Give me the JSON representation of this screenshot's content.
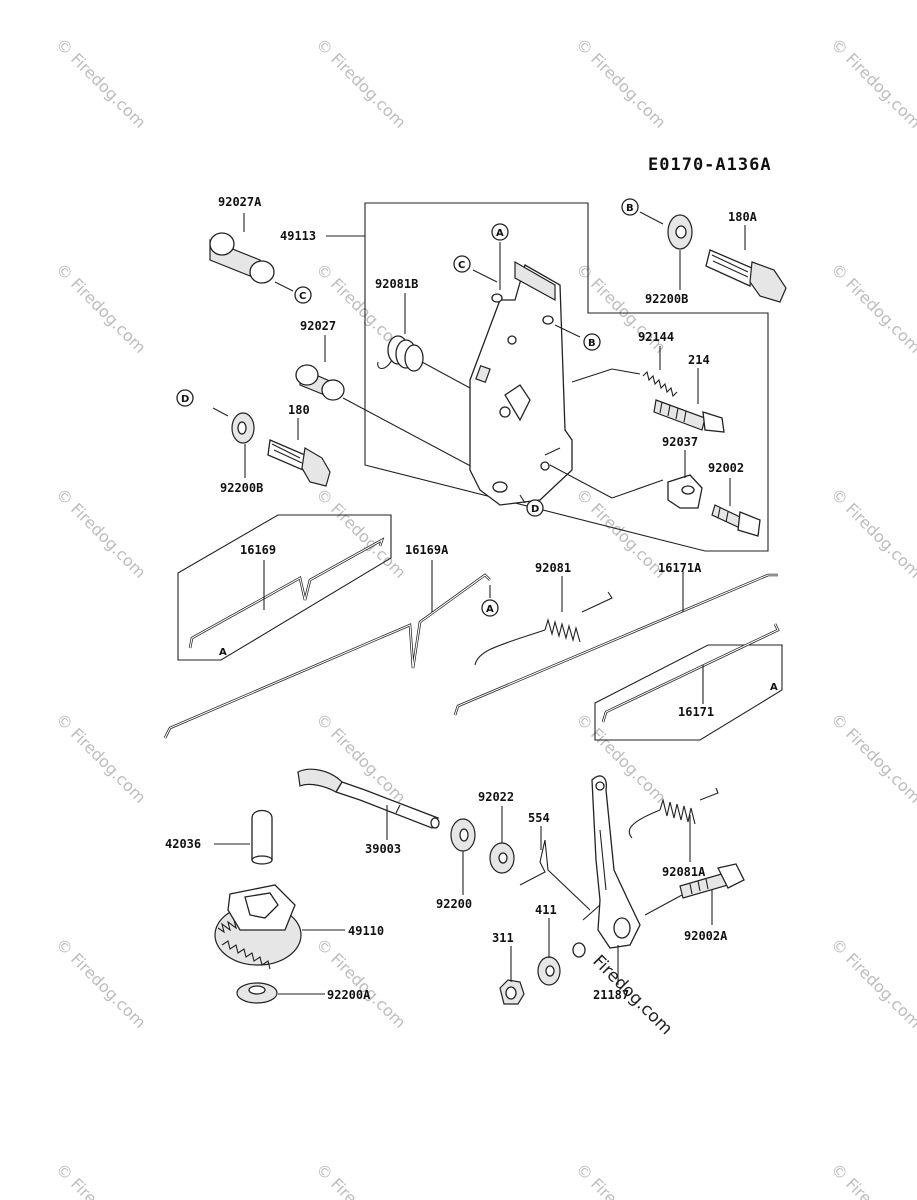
{
  "diagram_code": "E0170-A136A",
  "watermark_text": "© Firedog.com",
  "watermark_large": "Firedog.com",
  "part_labels": {
    "p92027A": "92027A",
    "p49113": "49113",
    "p92081B": "92081B",
    "p92027": "92027",
    "p180": "180",
    "p92200B_left": "92200B",
    "p180A": "180A",
    "p92200B_right": "92200B",
    "p92144": "92144",
    "p214": "214",
    "p92037": "92037",
    "p92002": "92002",
    "p16169": "16169",
    "p16169A": "16169A",
    "p92081": "92081",
    "p16171A": "16171A",
    "p16171": "16171",
    "p39003": "39003",
    "p42036": "42036",
    "p49110": "49110",
    "p92200A": "92200A",
    "p92200": "92200",
    "p92022": "92022",
    "p554": "554",
    "p311": "311",
    "p411": "411",
    "p21187": "21187",
    "p92081A": "92081A",
    "p92002A": "92002A"
  },
  "reference_markers": {
    "A": "A",
    "B": "B",
    "C": "C",
    "D": "D"
  }
}
